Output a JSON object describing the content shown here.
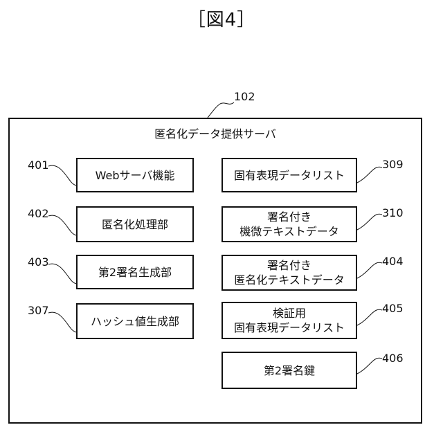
{
  "figure_title": "［図4］",
  "server": {
    "ref": "102",
    "label": "匿名化データ提供サーバ"
  },
  "left_blocks": [
    {
      "ref": "401",
      "label": "Webサーバ機能"
    },
    {
      "ref": "402",
      "label": "匿名化処理部"
    },
    {
      "ref": "403",
      "label": "第2署名生成部"
    },
    {
      "ref": "307",
      "label": "ハッシュ値生成部"
    }
  ],
  "right_blocks": [
    {
      "ref": "309",
      "lines": [
        "固有表現データリスト"
      ]
    },
    {
      "ref": "310",
      "lines": [
        "署名付き",
        "機微テキストデータ"
      ]
    },
    {
      "ref": "404",
      "lines": [
        "署名付き",
        "匿名化テキストデータ"
      ]
    },
    {
      "ref": "405",
      "lines": [
        "検証用",
        "固有表現データリスト"
      ]
    },
    {
      "ref": "406",
      "lines": [
        "第2署名鍵"
      ]
    }
  ]
}
